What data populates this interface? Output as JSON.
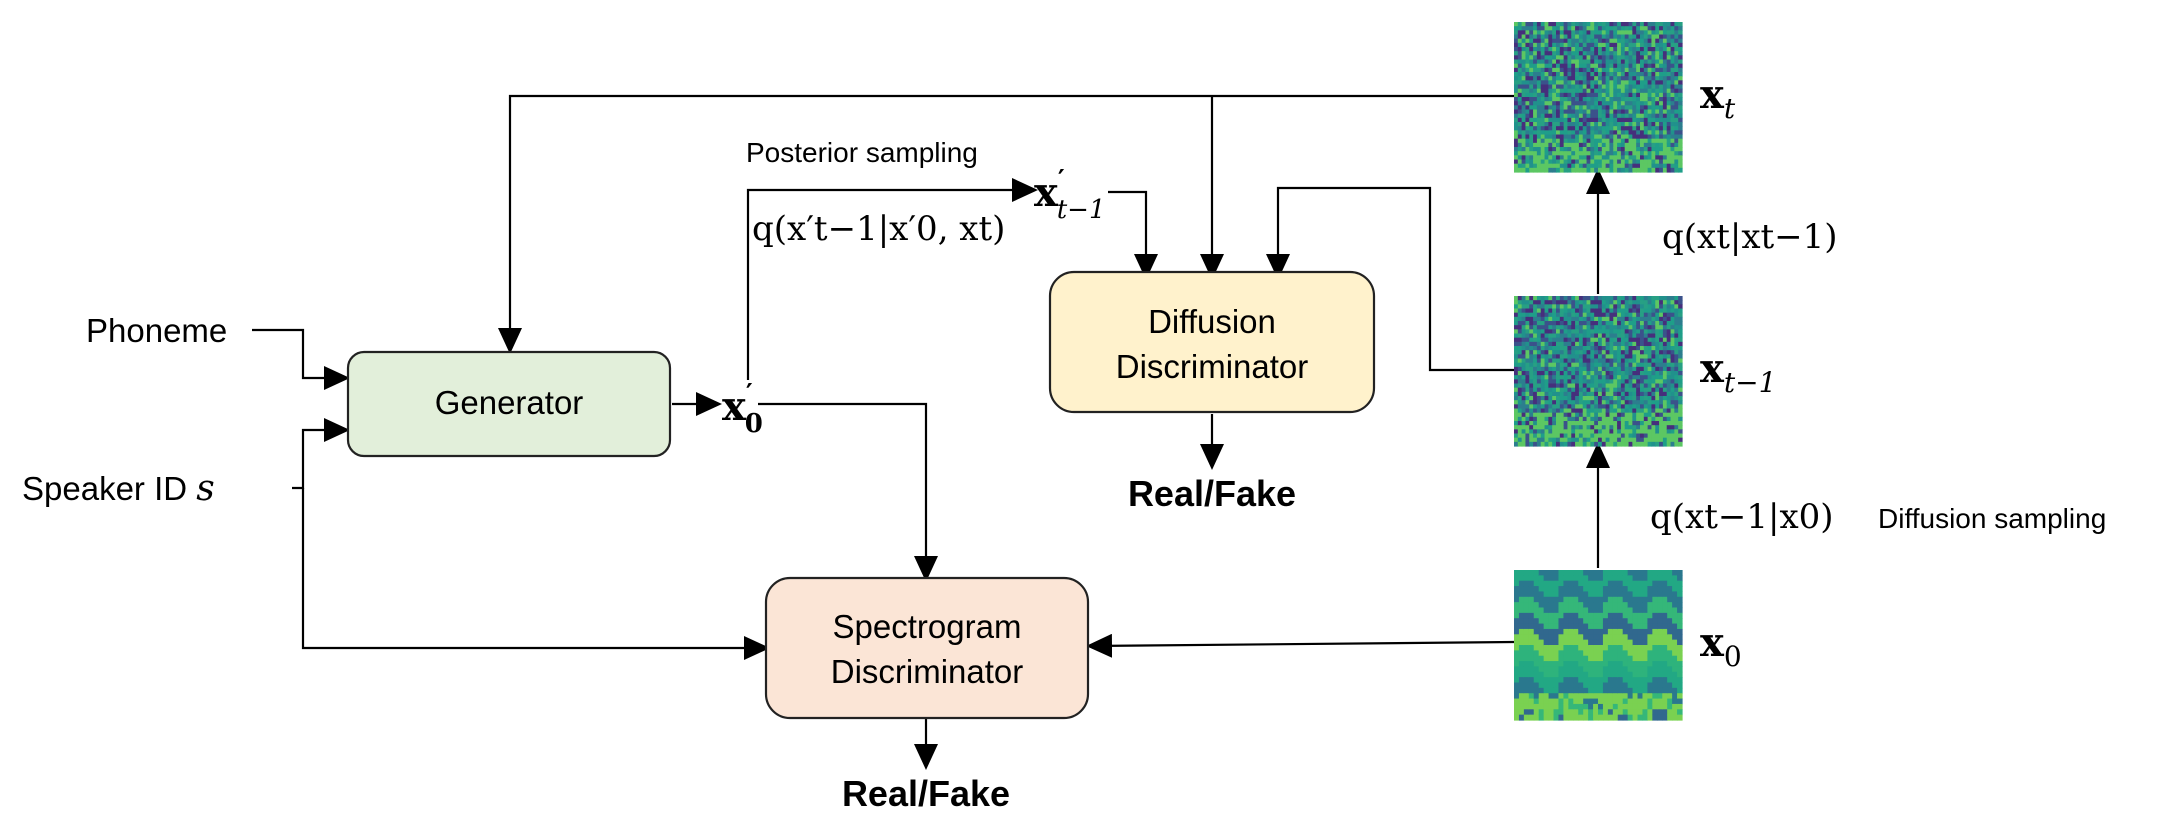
{
  "inputs": {
    "phoneme": "Phoneme",
    "speaker_prefix": "Speaker ID ",
    "speaker_symbol": "s"
  },
  "blocks": {
    "generator": {
      "label": "Generator",
      "fill": "#e2efda"
    },
    "diffusion_discriminator": {
      "line1": "Diffusion",
      "line2": "Discriminator",
      "fill": "#fff2cc"
    },
    "spectrogram_discriminator": {
      "line1": "Spectrogram",
      "line2": "Discriminator",
      "fill": "#fbe5d6"
    }
  },
  "outputs": {
    "diffusion_result": "Real/Fake",
    "spectrogram_result": "Real/Fake"
  },
  "annotations": {
    "posterior_sampling": "Posterior sampling",
    "diffusion_sampling": "Diffusion sampling"
  },
  "math": {
    "x0_prime": {
      "base": "x",
      "sup": "′",
      "sub": "0"
    },
    "xt1_prime": {
      "base": "x",
      "sup": "′",
      "sub": "t−1"
    },
    "xt": {
      "base": "x",
      "sub": "t"
    },
    "xt1": {
      "base": "x",
      "sub": "t−1"
    },
    "x0": {
      "base": "x",
      "sub": "0"
    },
    "posterior_q": "q(x′t−1|x′0, xt)",
    "forward_q_t": "q(xt|xt−1)",
    "forward_q_0": "q(xt−1|x0)"
  },
  "spectrograms": {
    "noisy_palette": [
      "#2c7e8e",
      "#3b528b",
      "#27a084",
      "#21918c",
      "#5cc763",
      "#462f7c",
      "#1f9e89"
    ],
    "clean_palette": [
      "#22a884",
      "#2a788e",
      "#35b779",
      "#31688e",
      "#7ad151",
      "#2eb37c"
    ]
  }
}
